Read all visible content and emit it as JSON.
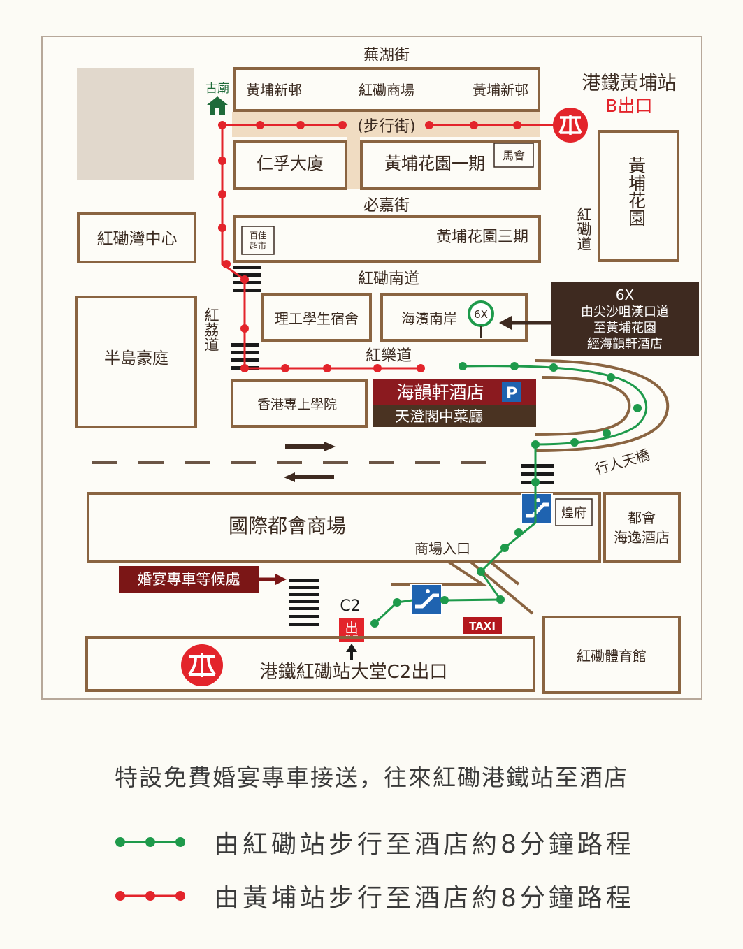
{
  "colors": {
    "building_outline": "#8a6441",
    "walkway": "#f0dcc2",
    "green_route": "#1e9a4b",
    "red_route": "#e3242b",
    "hotel_banner": "#8b1a1f",
    "restaurant_banner": "#4a3322",
    "dark_box": "#3e2a20",
    "wedding_box": "#7b1616",
    "mtr_red": "#e3242b",
    "escalator_blue": "#1f63b0"
  },
  "streets": {
    "north": "蕪湖街",
    "pedestrian": "(步行街)",
    "bishop": "必嘉街",
    "hung_hom_south": "紅磡南道",
    "hung_lok": "紅樂道",
    "hung_ka": "紅荔道",
    "hung_hom_road": "紅磡道",
    "bridge": "行人天橋",
    "mall_entrance": "商場入口"
  },
  "buildings": {
    "whampoa_estate_left": "黃埔新邨",
    "hung_hom_mall": "紅磡商場",
    "whampoa_estate_right": "黃埔新邨",
    "temple": "古廟",
    "yan_fu": "仁孚大廈",
    "whampoa_garden_1": "黃埔花園一期",
    "jockey_club": "馬會",
    "whampoa_garden": "黃埔花園",
    "hung_hom_bay_centre": "紅磡灣中心",
    "parknshop": "百佳超市",
    "whampoa_garden_3": "黃埔花園三期",
    "polyu_hall": "理工學生宿舍",
    "harbour_place": "海濱南岸",
    "peninsula_mansion": "半島豪庭",
    "hkcc": "香港專上學院",
    "hotel": "海韻軒酒店",
    "restaurant": "天澄閣中菜廳",
    "parking": "P",
    "metropolis_mall": "國際都會商場",
    "wong_fu": "煌府",
    "metropark_hotel_line1": "都會",
    "metropark_hotel_line2": "海逸酒店",
    "coliseum": "紅磡體育館"
  },
  "stations": {
    "whampoa_name": "港鐵黃埔站",
    "whampoa_exit": "B出口",
    "hung_hom_concourse": "港鐵紅磡站大堂C2出口",
    "exit_code": "C2",
    "exit_glyph": "出",
    "exit_word": "EXIT",
    "taxi": "TAXI"
  },
  "bus": {
    "route_badge": "6X",
    "info_route": "6X",
    "info_line1": "由尖沙咀漢口道",
    "info_line2": "至黃埔花園",
    "info_line3": "經海韻軒酒店"
  },
  "wedding_pickup": "婚宴專車等候處",
  "legend": {
    "title": "特設免費婚宴專車接送，往來紅磡港鐵站至酒店",
    "green_label": "由紅磡站步行至酒店約8分鐘路程",
    "red_label": "由黃埔站步行至酒店約8分鐘路程"
  },
  "icons": [
    "mtr-logo-icon",
    "temple-icon",
    "escalator-icon",
    "bus-stop-icon",
    "parking-icon",
    "exit-sign-icon",
    "taxi-icon",
    "direction-arrow-icon",
    "zebra-crossing-icon"
  ]
}
